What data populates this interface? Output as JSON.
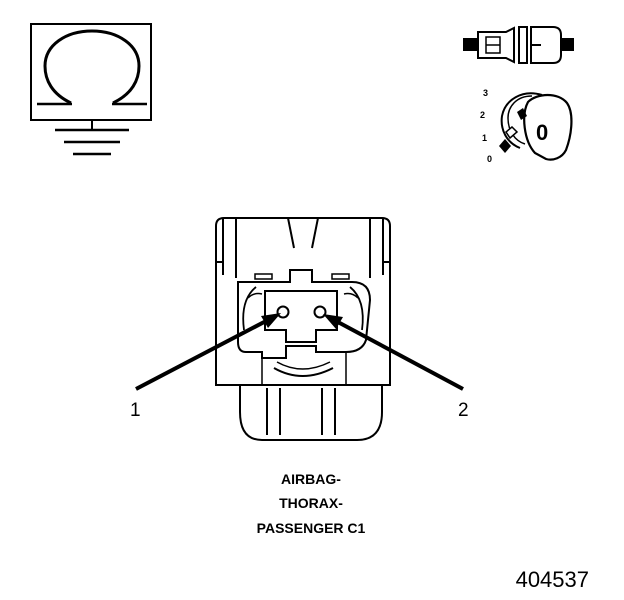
{
  "symbols": {
    "ignition_positions": [
      "3",
      "2",
      "1",
      "0"
    ],
    "key_label": "0"
  },
  "pins": {
    "pin1": "1",
    "pin2": "2"
  },
  "caption": {
    "line1": "AIRBAG-",
    "line2": "THORAX-",
    "line3": "PASSENGER C1"
  },
  "figure_number": "404537",
  "colors": {
    "ink": "#000000",
    "paper": "#ffffff"
  }
}
